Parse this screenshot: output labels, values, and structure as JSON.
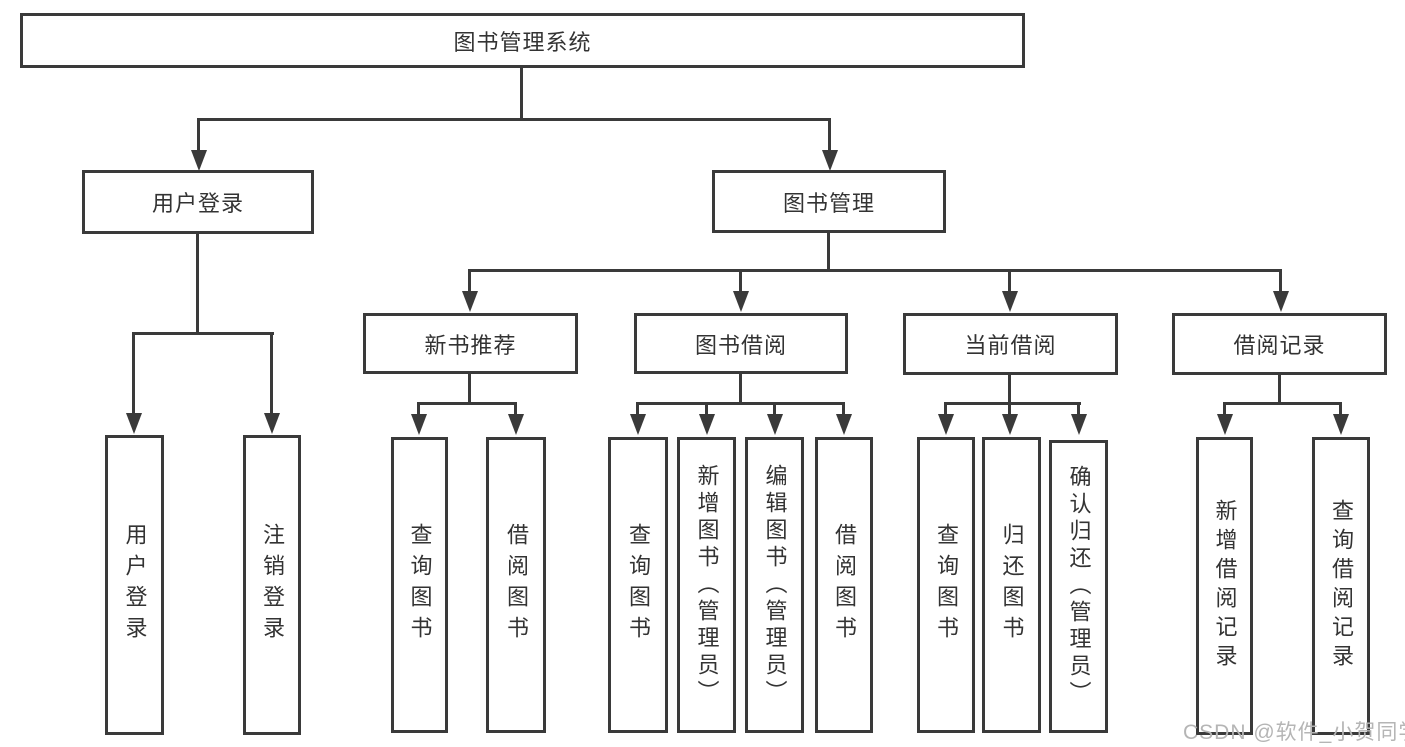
{
  "diagram": {
    "title": "图书管理系统",
    "root": "图书管理系统",
    "level2": {
      "user_login": "用户登录",
      "book_management": "图书管理"
    },
    "level3": {
      "new_book_recommend": "新书推荐",
      "book_borrow": "图书借阅",
      "current_borrow": "当前借阅",
      "borrow_records": "借阅记录"
    },
    "leaves": {
      "user_login": [
        "用户登录",
        "注销登录"
      ],
      "new_book_recommend": [
        "查询图书",
        "借阅图书"
      ],
      "book_borrow": [
        "查询图书",
        "新增图书（管理员）",
        "编辑图书（管理员）",
        "借阅图书"
      ],
      "current_borrow": [
        "查询图书",
        "归还图书",
        "确认归还（管理员）"
      ],
      "borrow_records": [
        "新增借阅记录",
        "查询借阅记录"
      ]
    }
  },
  "watermark": "CSDN @软件_小贺同学",
  "colors": {
    "line": "#3a3a3a",
    "text": "#333333",
    "background": "#ffffff",
    "watermark": "#b5b5b5"
  }
}
